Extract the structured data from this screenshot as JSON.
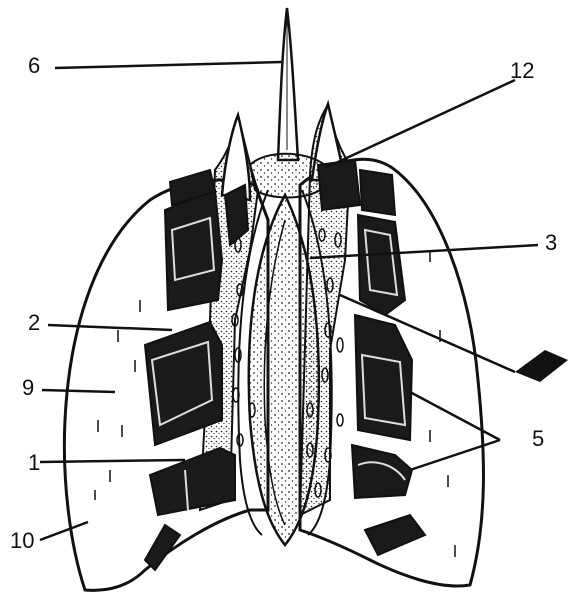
{
  "labels": {
    "l1": "1",
    "l2": "2",
    "l3": "3",
    "l5": "5",
    "l6": "6",
    "l9": "9",
    "l10": "10",
    "l12": "12"
  },
  "colors": {
    "ink": "#111111",
    "paper": "#ffffff",
    "cavity": "#1a1a1a"
  }
}
